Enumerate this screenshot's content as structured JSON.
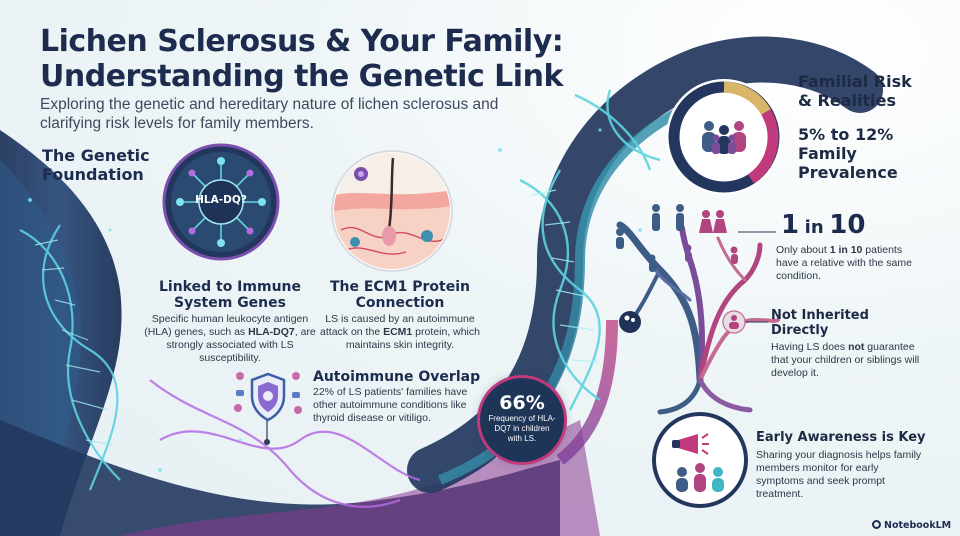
{
  "header": {
    "title": "Lichen Sclerosus & Your Family: Understanding the Genetic Link",
    "subtitle": "Exploring the genetic and hereditary nature of lichen sclerosus and clarifying risk levels for family members."
  },
  "genetic_foundation": {
    "heading": "The Genetic Foundation",
    "hla_label": "HLA-DQ?",
    "card1": {
      "title": "Linked to Immune System Genes",
      "text_pre": "Specific human leukocyte antigen (HLA) genes, such as ",
      "text_bold": "HLA-DQ7",
      "text_post": ", are strongly associated with LS susceptibility."
    },
    "card2": {
      "title": "The ECM1 Protein Connection",
      "text_pre": "LS is caused by an autoimmune attack on the ",
      "text_bold": "ECM1",
      "text_post": " protein, which maintains skin integrity."
    },
    "card3": {
      "title": "Autoimmune Overlap",
      "text": "22% of LS patients' families have other autoimmune conditions like thyroid disease or vitiligo."
    },
    "stat": {
      "value": "66%",
      "label": "Frequency of HLA-DQ7 in children with LS."
    }
  },
  "familial": {
    "heading": "Familial Risk & Realities",
    "prevalence": "5% to 12% Family Prevalence",
    "one_in_ten": {
      "big1": "1",
      "small": "in",
      "big2": "10",
      "text_pre": "Only about ",
      "text_bold": "1 in 10",
      "text_post": " patients have a relative with the same condition."
    },
    "not_inherited": {
      "title": "Not Inherited Directly",
      "text_pre": "Having LS does ",
      "text_bold": "not",
      "text_post": " guarantee that your children or siblings will develop it."
    },
    "early": {
      "title": "Early Awareness is Key",
      "text": "Sharing your diagnosis helps family members monitor for early symptoms and seek prompt treatment."
    }
  },
  "brand": {
    "name": "NotebookLM"
  },
  "colors": {
    "navy": "#1d2c4e",
    "teal": "#3fb6c6",
    "magenta": "#c03a7c",
    "gold": "#d9b56a",
    "purple": "#6c4fa6"
  }
}
